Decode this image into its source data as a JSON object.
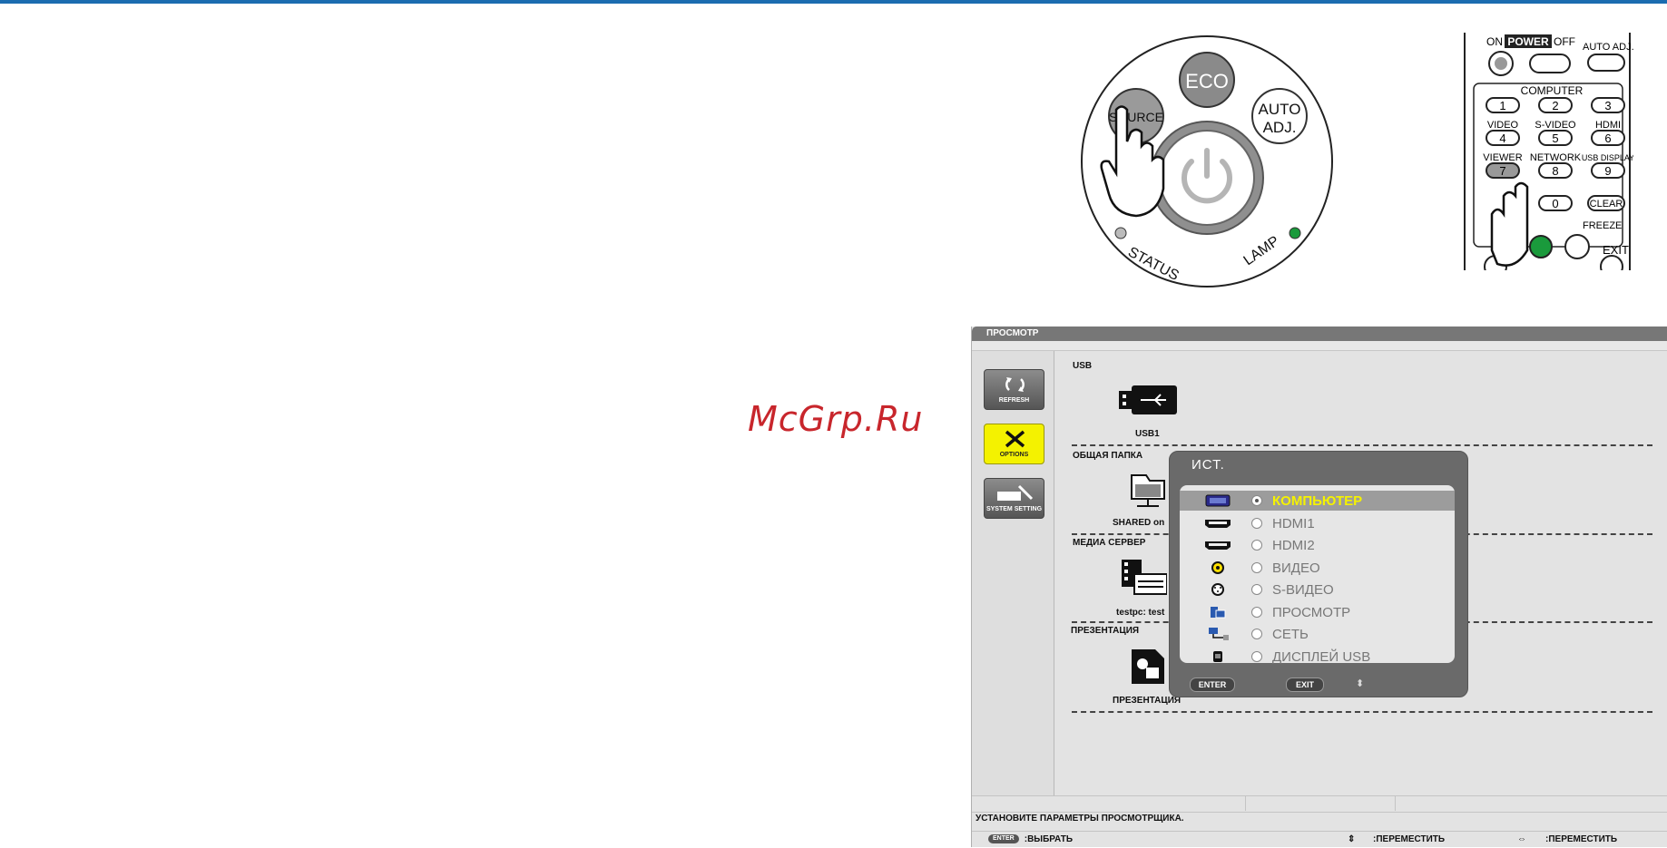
{
  "watermark": "McGrp.Ru",
  "panel": {
    "eco": "ECO",
    "source": "SOURCE",
    "auto_adj_line1": "AUTO",
    "auto_adj_line2": "ADJ.",
    "status": "STATUS",
    "lamp": "LAMP"
  },
  "remote": {
    "on": "ON",
    "power": "POWER",
    "off": "OFF",
    "auto_adj": "AUTO ADJ.",
    "computer": "COMPUTER",
    "video": "VIDEO",
    "svideo": "S-VIDEO",
    "hdmi": "HDMI",
    "viewer": "VIEWER",
    "network": "NETWORK",
    "usb_display": "USB DISPLAY",
    "clear": "CLEAR",
    "freeze": "FREEZE",
    "exit": "EXIT",
    "keys": [
      "1",
      "2",
      "3",
      "4",
      "5",
      "6",
      "7",
      "8",
      "9",
      "0"
    ]
  },
  "viewer": {
    "title": "ПРОСМОТР",
    "sidebar": [
      {
        "label": "REFRESH",
        "icon": "refresh-icon"
      },
      {
        "label": "OPTIONS",
        "icon": "tools-icon"
      },
      {
        "label": "SYSTEM SETTING",
        "icon": "keyboard-wrench-icon"
      }
    ],
    "sections": [
      {
        "title": "USB",
        "item": "USB1"
      },
      {
        "title": "ОБЩАЯ ПАПКА",
        "item": "SHARED on"
      },
      {
        "title": "МЕДИА СЕРВЕР",
        "item": "testpc: test"
      },
      {
        "title": "ПРЕЗЕНТАЦИЯ",
        "item": "ПРЕЗЕНТАЦИЯ"
      }
    ],
    "status_text": "УСТАНОВИТЕ ПАРАМЕТРЫ ПРОСМОТРЩИКА.",
    "hints": {
      "enter_key": "ENTER",
      "select": ":ВЫБРАТЬ",
      "move1": ":ПЕРЕМЕСТИТЬ",
      "move2": ":ПЕРЕМЕСТИТЬ"
    }
  },
  "source_popup": {
    "title": "ИСТ.",
    "selected_index": 0,
    "items": [
      {
        "label": "КОМПЬЮТЕР",
        "icon": "vga-port-icon"
      },
      {
        "label": "HDMI1",
        "icon": "hdmi-port-icon"
      },
      {
        "label": "HDMI2",
        "icon": "hdmi-port-icon"
      },
      {
        "label": "ВИДЕО",
        "icon": "rca-video-icon"
      },
      {
        "label": "S-ВИДЕО",
        "icon": "svideo-port-icon"
      },
      {
        "label": "ПРОСМОТР",
        "icon": "viewer-icon"
      },
      {
        "label": "СЕТЬ",
        "icon": "network-icon"
      },
      {
        "label": "ДИСПЛЕЙ USB",
        "icon": "usb-display-icon"
      }
    ],
    "enter": "ENTER",
    "exit": "EXIT"
  },
  "colors": {
    "accent_bar": "#1b6cb0",
    "watermark": "#c8262c",
    "selection_text": "#f5f200",
    "options_button": "#f4f200",
    "lamp_led": "#1a9a3c"
  }
}
